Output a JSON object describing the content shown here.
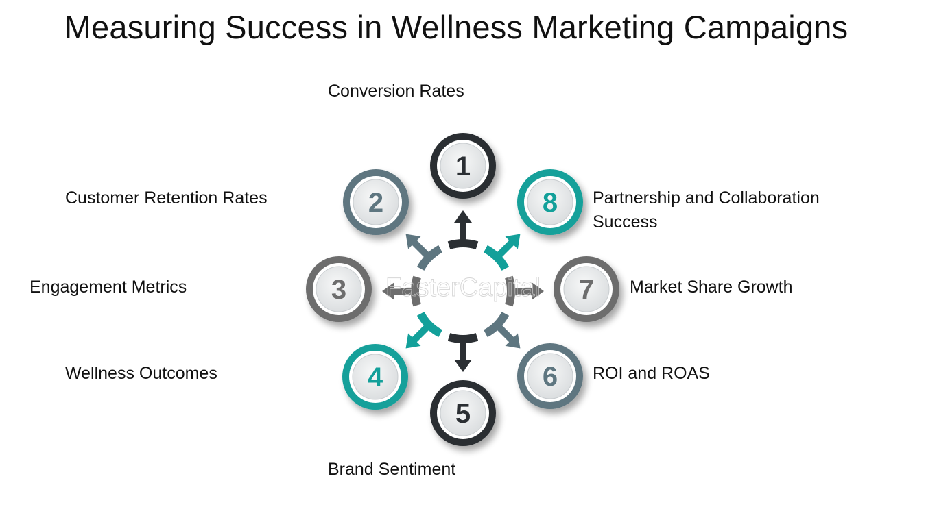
{
  "title": "Measuring Success in Wellness Marketing Campaigns",
  "watermark": "FasterCapital",
  "colors": {
    "dark": "#2b2f33",
    "slate": "#5e7680",
    "gray": "#6d6d6d",
    "teal": "#13a09a",
    "disk": "#e9ebec"
  },
  "items": [
    {
      "number": "1",
      "label": "Conversion Rates",
      "color": "dark"
    },
    {
      "number": "2",
      "label": "Customer Retention Rates",
      "color": "slate"
    },
    {
      "number": "3",
      "label": "Engagement Metrics",
      "color": "gray"
    },
    {
      "number": "4",
      "label": "Wellness Outcomes",
      "color": "teal"
    },
    {
      "number": "5",
      "label": "Brand Sentiment",
      "color": "dark"
    },
    {
      "number": "6",
      "label": "ROI and ROAS",
      "color": "slate"
    },
    {
      "number": "7",
      "label": "Market Share Growth",
      "color": "gray"
    },
    {
      "number": "8",
      "label": "Partnership and Collaboration Success",
      "color": "teal"
    }
  ]
}
